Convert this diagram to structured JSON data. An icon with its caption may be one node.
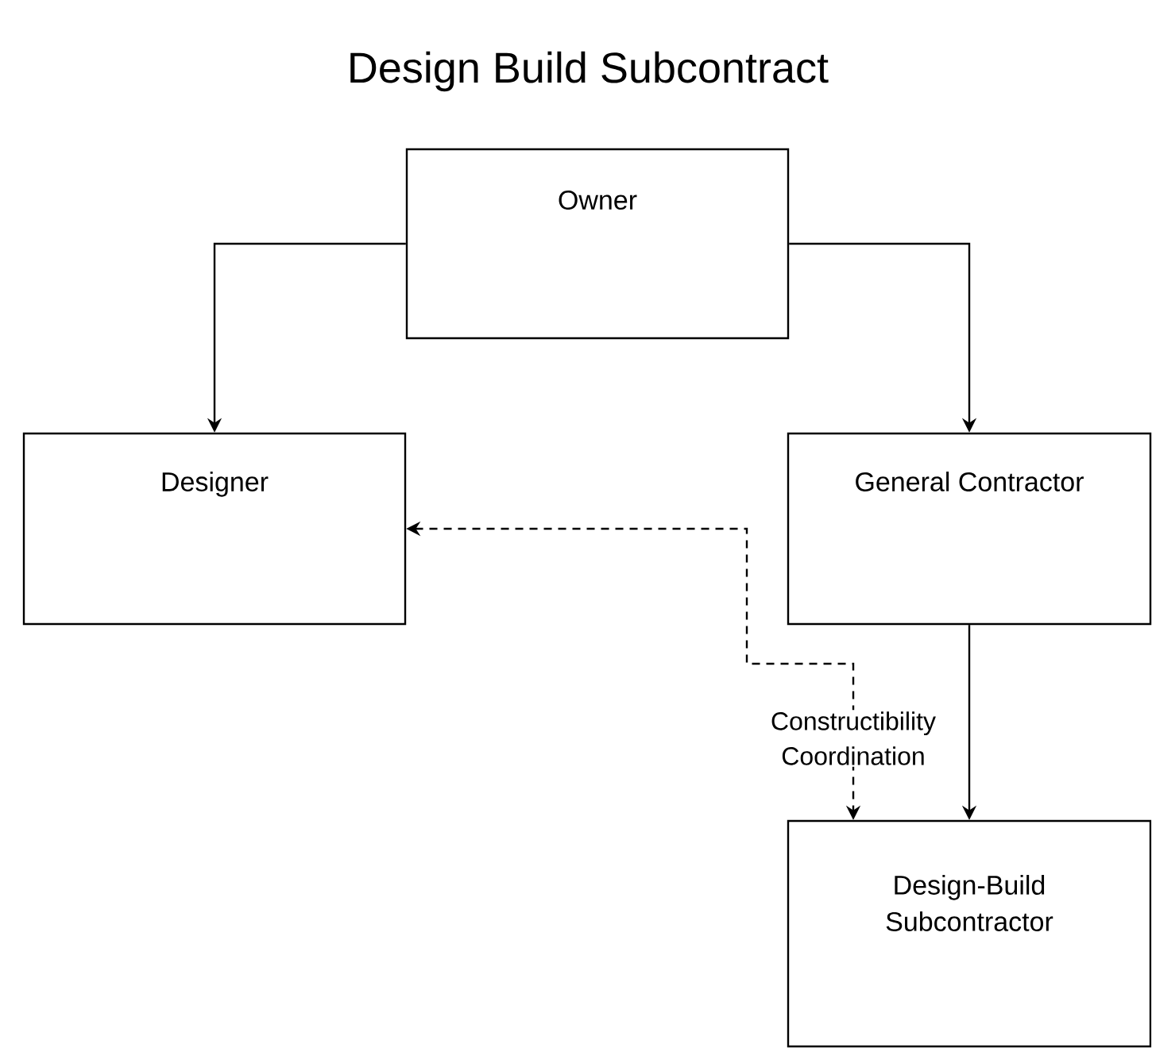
{
  "diagram": {
    "title": "Design Build Subcontract",
    "nodes": [
      {
        "text": [
          "Owner"
        ]
      },
      {
        "text": [
          "Designer"
        ]
      },
      {
        "text": [
          "General Contractor"
        ]
      },
      {
        "text": [
          "Design-Build Subcontractor"
        ]
      }
    ],
    "edges": [
      {
        "from": 0,
        "to": 1,
        "arrow": "to"
      },
      {
        "from": 0,
        "to": 2,
        "arrow": "to"
      },
      {
        "from": 2,
        "to": 3,
        "arrow": "to"
      },
      {
        "from": 1,
        "to": 3,
        "arrow": "both",
        "style": "dashed",
        "label": "Constructibility Coordination"
      }
    ]
  }
}
